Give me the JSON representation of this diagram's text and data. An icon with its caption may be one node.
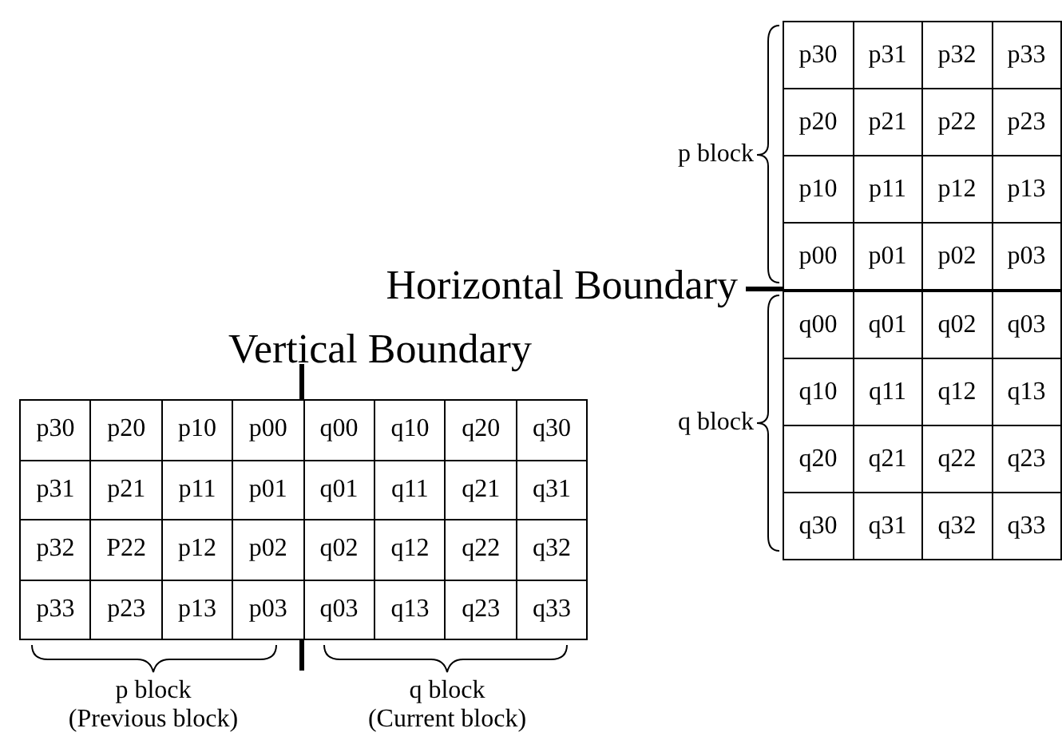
{
  "diagram": {
    "labels": [
      "Horizontal Boundary",
      "p block",
      "q block",
      "p30",
      "p31",
      "p32",
      "p33",
      "p20",
      "p21",
      "p22",
      "p23",
      "p10",
      "p11",
      "p12",
      "p13",
      "p00",
      "p01",
      "p02",
      "p03",
      "q00",
      "q01",
      "q02",
      "q03",
      "q10",
      "q11",
      "q12",
      "q13",
      "q20",
      "q21",
      "q22",
      "q23",
      "q30",
      "q31",
      "q32",
      "q33",
      "Vertical Boundary",
      "p30",
      "p20",
      "p10",
      "p00",
      "q00",
      "q10",
      "q20",
      "q30",
      "p31",
      "p21",
      "p11",
      "p01",
      "q01",
      "q11",
      "q21",
      "q31",
      "p32",
      "P22",
      "p12",
      "p02",
      "q02",
      "q12",
      "q22",
      "q32",
      "p33",
      "p23",
      "p13",
      "p03",
      "q03",
      "q13",
      "q23",
      "q33",
      "p block",
      "(Previous block)",
      "q block",
      "(Current block)"
    ]
  }
}
